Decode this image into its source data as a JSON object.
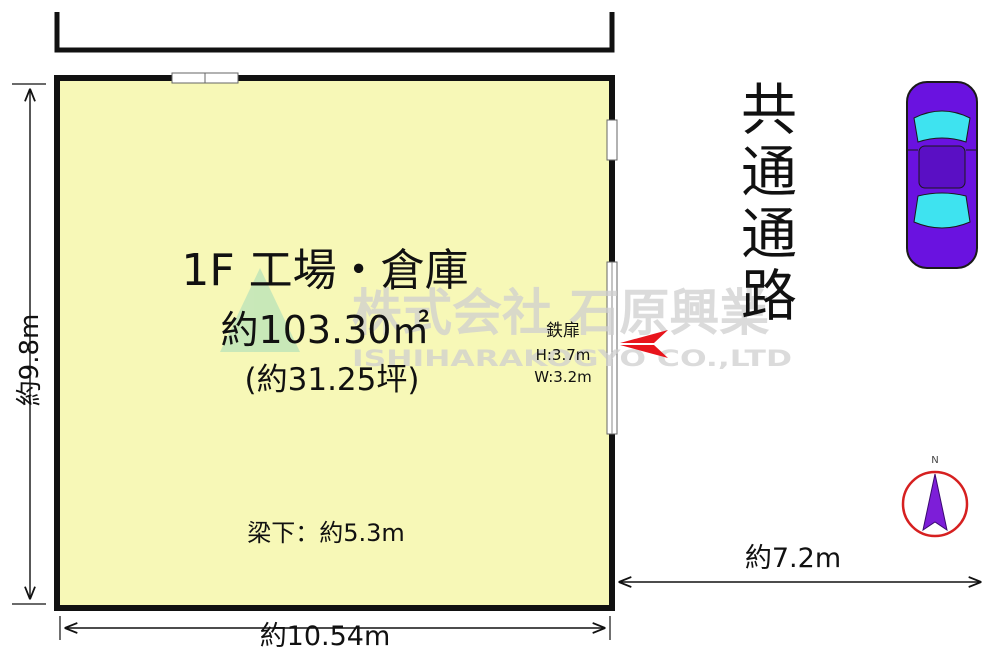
{
  "room": {
    "name": "1F 工場・倉庫",
    "area": "約103.30㎡",
    "tsubo": "(約31.25坪)",
    "beam_height": "梁下：約5.3m",
    "fill_color": "#f7f8b7"
  },
  "door": {
    "label": "鉄扉",
    "height": "H:3.7m",
    "width": "W:3.2m",
    "arrow_color": "#e8141c"
  },
  "dimensions": {
    "left": "約9.8m",
    "bottom": "約10.54m",
    "right": "約7.2m"
  },
  "road": {
    "label": "共通通路"
  },
  "compass": {
    "north_label": "N",
    "ring_color": "#d62020",
    "needle_color": "#7d1ed8"
  },
  "car": {
    "body_color": "#6a12e0",
    "glass_color": "#3ee3f0"
  },
  "watermark": {
    "company": "株式会社 石原興業",
    "romaji": "ISHIHARAKOGYO CO.,LTD"
  }
}
